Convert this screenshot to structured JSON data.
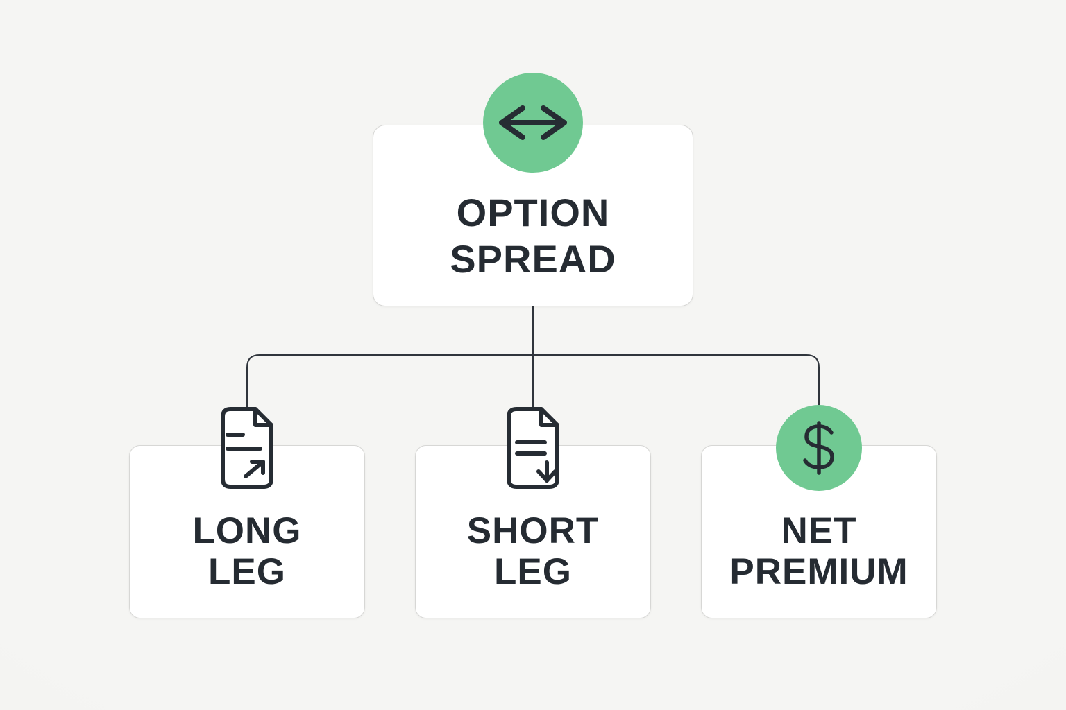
{
  "theme": {
    "bg": "#f5f5f3",
    "bg-edge": "#ececea",
    "card": "#ffffff",
    "card-border": "#d7d7d5",
    "text": "#252b32",
    "line": "#30353c",
    "green": "#70c992",
    "icon-stroke": "#262c33"
  },
  "root": {
    "label": "OPTION\nSPREAD",
    "icon": "double-horizontal-arrow-icon"
  },
  "children": [
    {
      "label": "LONG\nLEG",
      "icon": "document-arrow-up-right-icon"
    },
    {
      "label": "SHORT\nLEG",
      "icon": "document-arrow-down-icon"
    },
    {
      "label": "NET\nPREMIUM",
      "icon": "dollar-sign-icon"
    }
  ]
}
